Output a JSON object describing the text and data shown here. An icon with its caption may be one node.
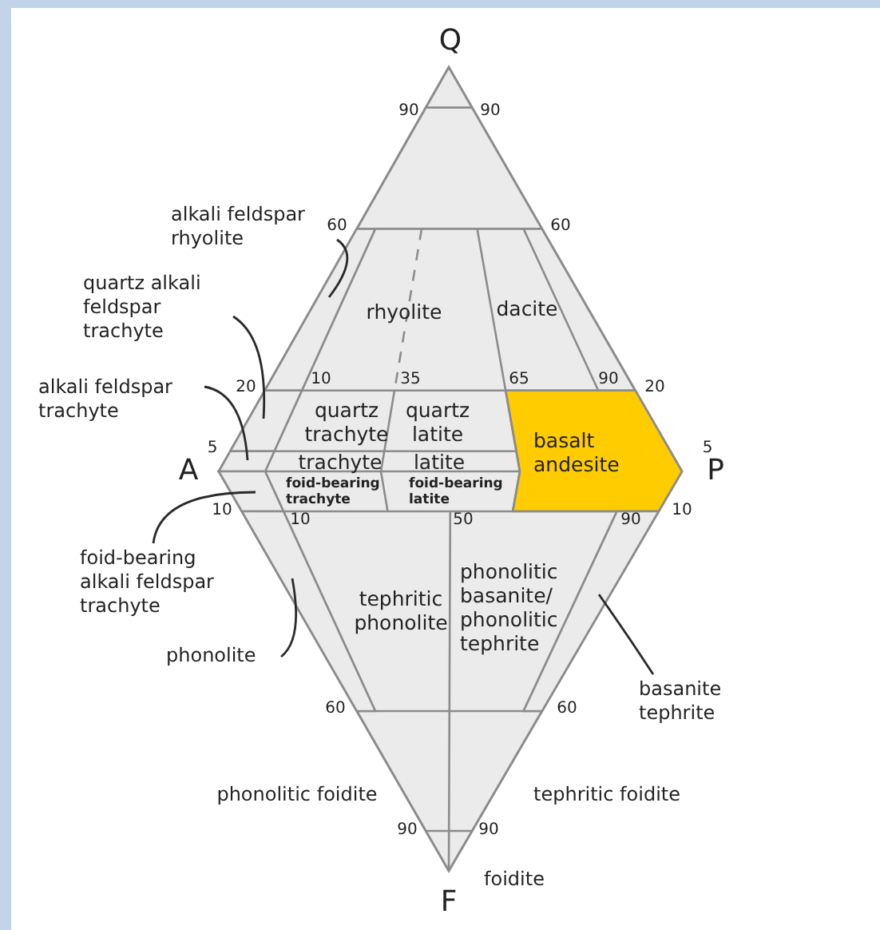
{
  "diagram": {
    "nodes": [
      {
        "text": [
          "rhyolite"
        ]
      },
      {
        "text": [
          "dacite"
        ]
      },
      {
        "text": [
          "quartz trachyte"
        ]
      },
      {
        "text": [
          "quartz latite"
        ]
      },
      {
        "text": [
          "trachyte"
        ]
      },
      {
        "text": [
          "latite"
        ]
      },
      {
        "text": [
          "foid-bearing trachyte"
        ]
      },
      {
        "text": [
          "foid-bearing latite"
        ]
      },
      {
        "text": [
          "basalt andesite"
        ]
      },
      {
        "text": [
          "tephritic phonolite"
        ]
      },
      {
        "text": [
          "phonolitic basanite/ phonolitic tephrite"
        ]
      },
      {
        "text": [
          "alkali feldspar rhyolite"
        ]
      },
      {
        "text": [],
        "shape": "trapezoid"
      },
      {
        "text": [
          "quartz alkali feldspar trachyte"
        ]
      },
      {
        "text": [],
        "shape": "trapezoid"
      },
      {
        "text": [
          "alkali feldspar trachyte"
        ]
      },
      {
        "text": [],
        "shape": "trapezoid"
      },
      {
        "text": [
          "foid-bearing alkali feldspar trachyte"
        ]
      },
      {
        "text": [],
        "shape": "trapezoid"
      },
      {
        "text": [
          "phonolite"
        ]
      },
      {
        "text": [],
        "shape": "trapezoid"
      },
      {
        "text": [
          "basanite tephrite"
        ]
      },
      {
        "text": [],
        "shape": "trapezoid"
      }
    ],
    "edges": [
      {
        "from": 11,
        "to": 12,
        "arrow": "none"
      },
      {
        "from": 13,
        "to": 14,
        "arrow": "none"
      },
      {
        "from": 15,
        "to": 16,
        "arrow": "none"
      },
      {
        "from": 17,
        "to": 18,
        "arrow": "none"
      },
      {
        "from": 19,
        "to": 20,
        "arrow": "none"
      },
      {
        "from": 21,
        "to": 22,
        "arrow": "none"
      }
    ],
    "labels": [
      "Q",
      "90",
      "90",
      "60",
      "60",
      "10",
      "35",
      "65",
      "90",
      "20",
      "20",
      "5",
      "A",
      "5",
      "P",
      "10",
      "10",
      "10",
      "50",
      "90",
      "60",
      "60",
      "phonolitic foidite",
      "tephritic foidite",
      "90",
      "90",
      "foidite",
      "F"
    ]
  }
}
